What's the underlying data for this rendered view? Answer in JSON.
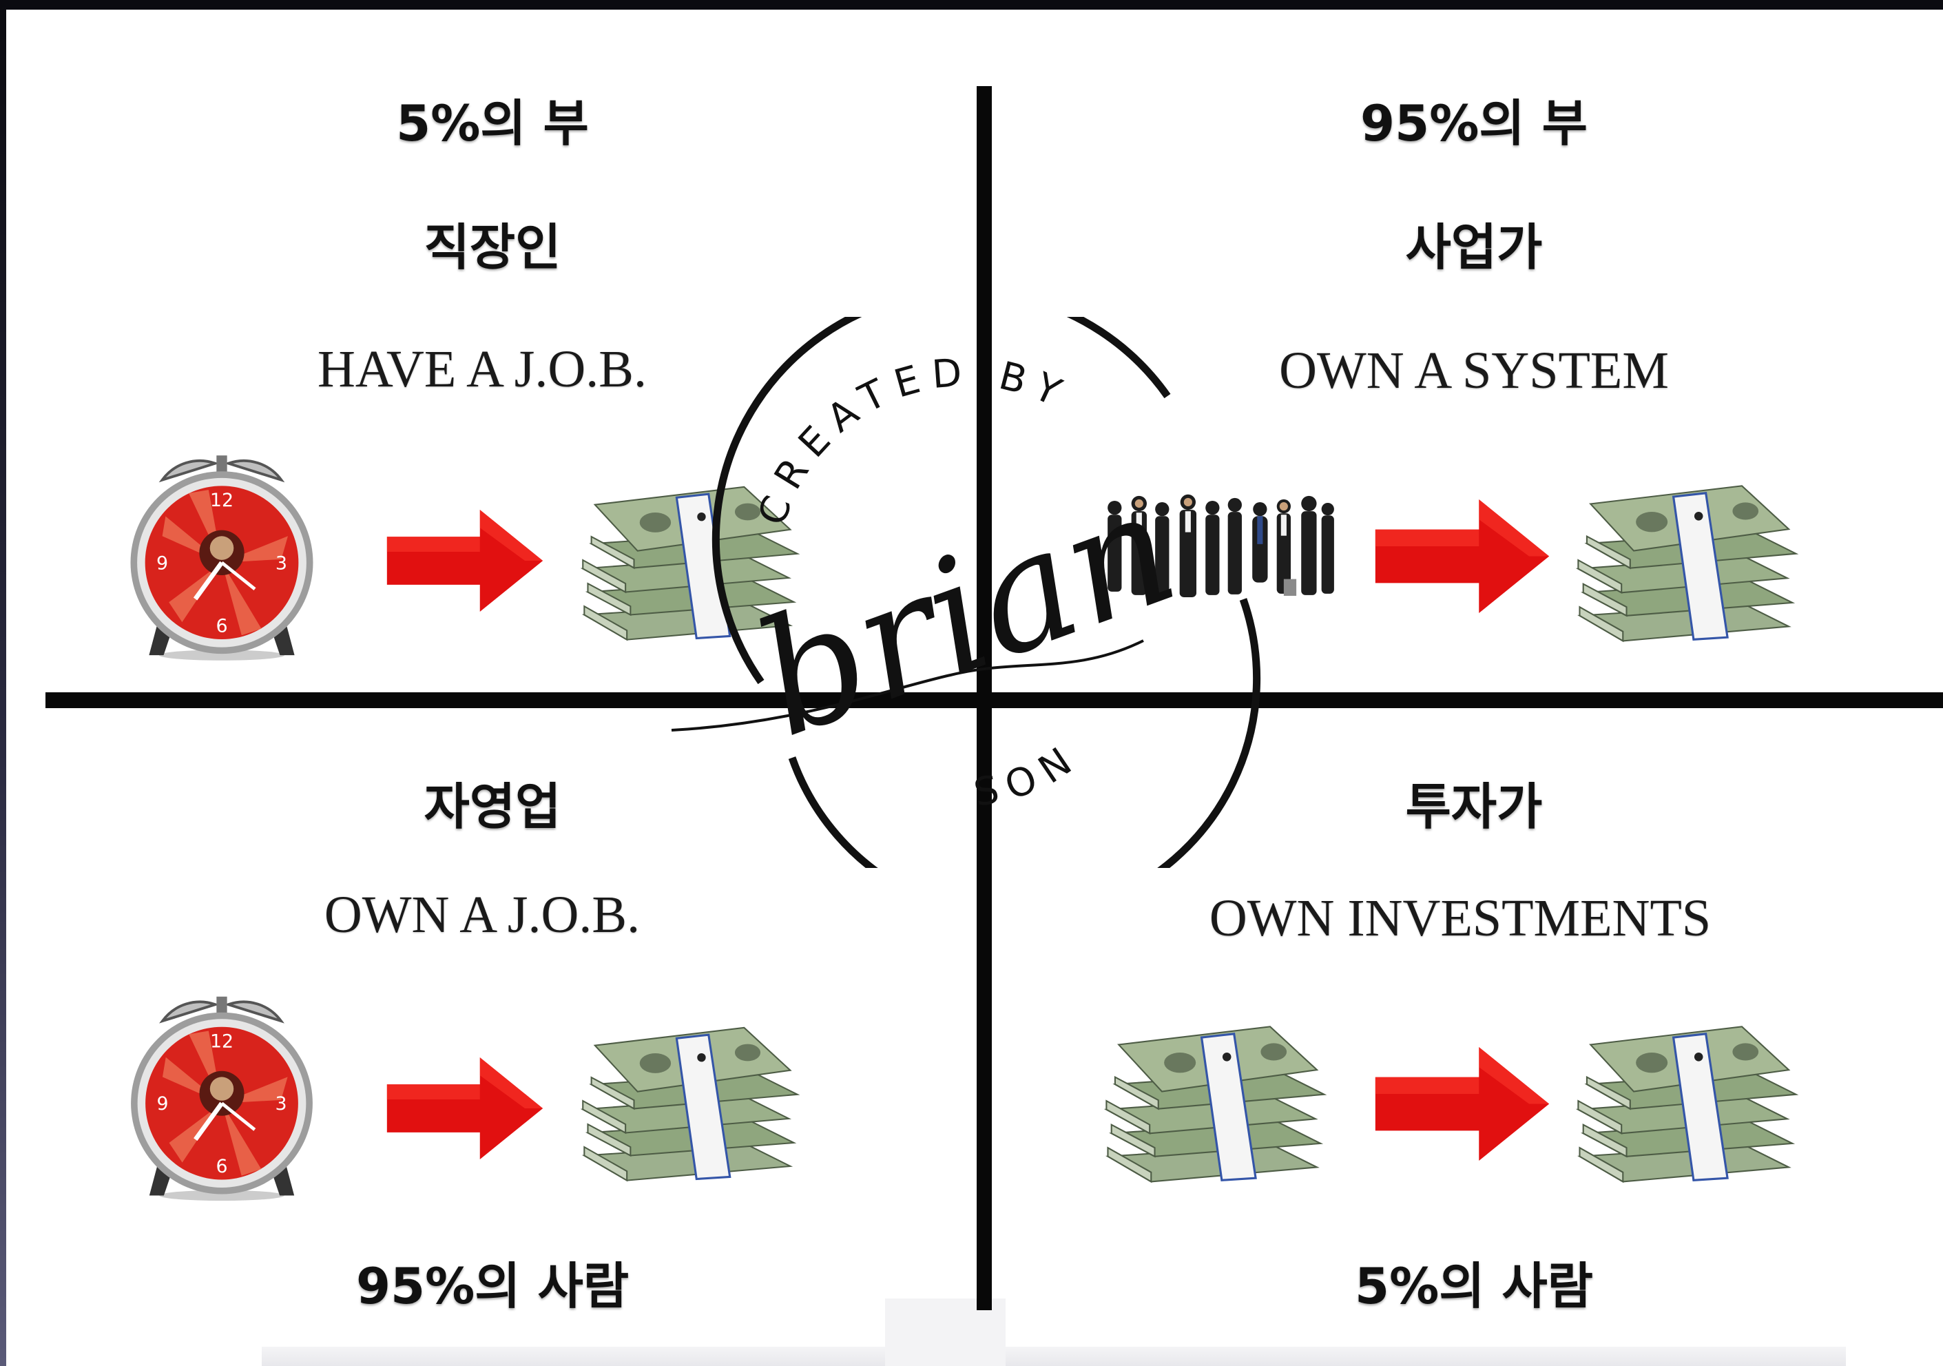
{
  "quadrants": {
    "top_left": {
      "wealth": "5%의 부",
      "role": "직장인",
      "caption": "HAVE A J.O.B."
    },
    "top_right": {
      "wealth": "95%의 부",
      "role": "사업가",
      "caption": "OWN A SYSTEM"
    },
    "bottom_left": {
      "role": "자영업",
      "caption": "OWN A J.O.B.",
      "people": "95%의 사람"
    },
    "bottom_right": {
      "role": "투자가",
      "caption": "OWN INVESTMENTS",
      "people": "5%의 사람"
    }
  },
  "watermark": {
    "top_text": "CREATED BY",
    "script_name": "brian",
    "bottom_text": "SON"
  },
  "icons": {
    "clock": "alarm-clock-icon",
    "arrow": "red-arrow-icon",
    "money": "cash-stack-icon",
    "people": "business-people-icon"
  },
  "colors": {
    "arrow": "#e11010",
    "clock_face": "#d8231c",
    "money": "#8fa67e",
    "axis": "#080808"
  }
}
